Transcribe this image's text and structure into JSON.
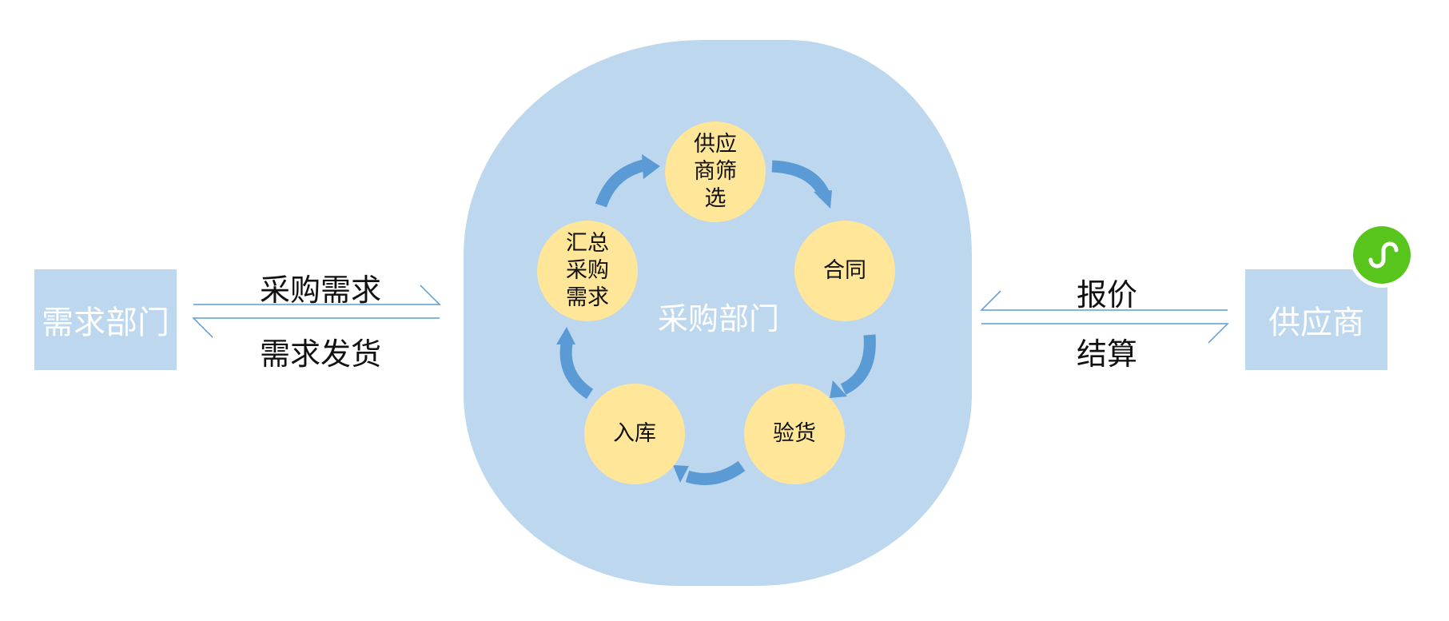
{
  "diagram": {
    "left_box": {
      "label": "需求部门"
    },
    "right_box": {
      "label": "供应商"
    },
    "center": {
      "label": "采购部门"
    },
    "left_flows": {
      "upper": "采购需求",
      "lower": "需求发货"
    },
    "right_flows": {
      "upper": "报价",
      "lower": "结算"
    },
    "cycle_nodes": [
      {
        "lines": [
          "供应",
          "商筛",
          "选"
        ]
      },
      {
        "lines": [
          "合同"
        ]
      },
      {
        "lines": [
          "验货"
        ]
      },
      {
        "lines": [
          "入库"
        ]
      },
      {
        "lines": [
          "汇总",
          "采购",
          "需求"
        ]
      }
    ],
    "badge": {
      "icon": "mini-program-icon"
    }
  },
  "colors": {
    "box_fill": "#bdd7ee",
    "node_fill": "#ffe699",
    "cycle_arrow": "#5b9bd5",
    "flow_line": "#5b9bd5",
    "badge_green": "#58c51c"
  }
}
